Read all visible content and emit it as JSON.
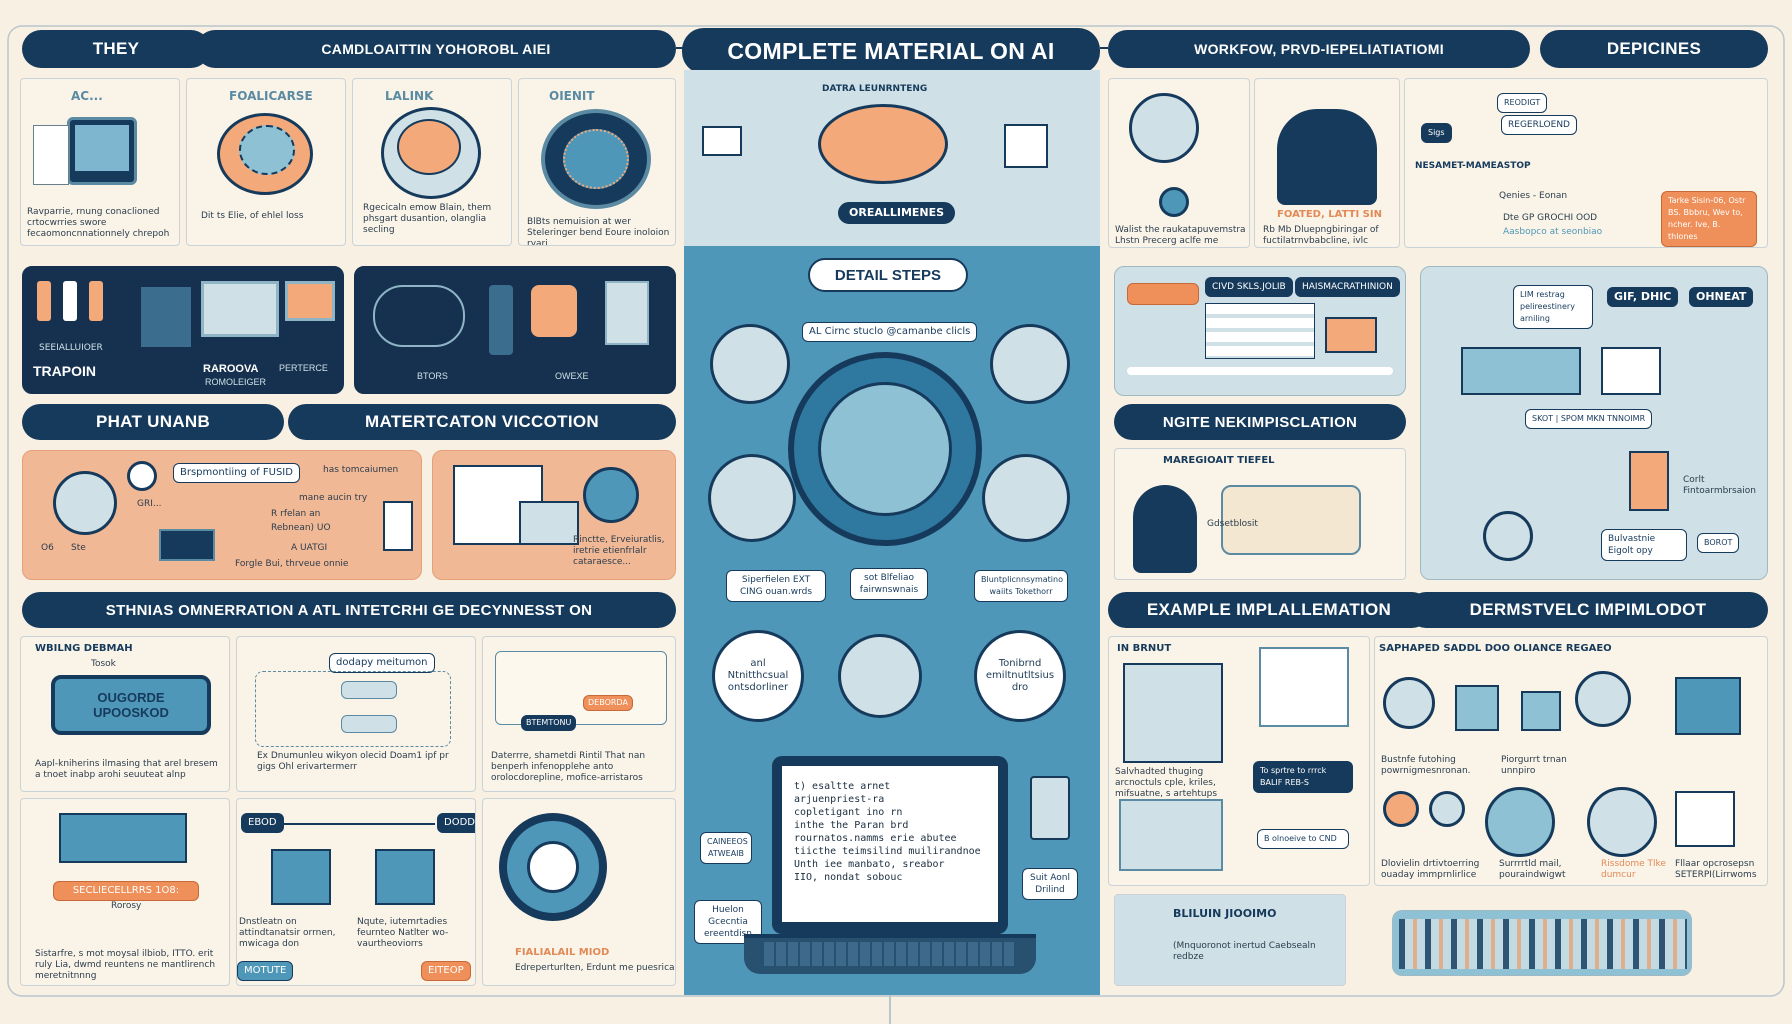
{
  "banners": {
    "top_left_1": "THEY",
    "top_left_2": "CAMDLOAITTIN YOHOROBL AIEI",
    "title": "COMPLETE MATERIAL ON AI",
    "top_right_1": "WORKFOW, PRVD-IEPELIATIATIOMI",
    "top_right_2": "DEPICINES",
    "mid_left_1": "PHAT UNANB",
    "mid_left_2": "MATERTCATON VICCOTION",
    "mid_right": "NGITE NEKIMPISCLATION",
    "wide_left": "STHNIAS OMNERRATION A ATL INTETCRHI GE DECYNNESST ON",
    "bottom_right_1": "EXAMPLE IMPLALLEMATION",
    "bottom_right_2": "DERMSTVELC IMPIMLODOT"
  },
  "top_left": {
    "p1_label": "AC...",
    "p1_caption": "Ravparrie, rnung conaclioned crtocwrries swore fecaomoncnnationnely chrepoh",
    "p2_label": "FOALICARSE",
    "p2_caption": "Dit ts Elie, of ehlel loss",
    "p3_label": "LALINK",
    "p3_caption": "Rgecicaln emow Blain, them phsgart dusantion, olanglia secling",
    "p4_label": "OIENIT",
    "p4_caption": "BlBts nemuision at wer Steleringer bend Eoure inoloion ryari"
  },
  "navy_panels": {
    "left_a": "SEEIALLUIOER",
    "left_b": "TRAPOIN",
    "left_c": "RAROOVA",
    "left_d": "PERTERCE",
    "left_e": "ROMOLEIGER",
    "right_a": "BTORS",
    "right_b": "OWEXE"
  },
  "mid_left": {
    "chip": "Brspmontiing of FUSID",
    "note1": "has tomcaiumen",
    "note2": "mane aucin try",
    "note3": "R rfelan an",
    "note4": "Rebnean) UO",
    "note5": "A UATGI",
    "note6": "Forgle Bui, thrveue onnie",
    "gri": "GRI...",
    "caption_right": "Rinctte, Erveiuratlis, iretrie etienfrlalr cataraesce...",
    "o6": "O6",
    "ste": "Ste"
  },
  "center": {
    "data_label": "DATRA  LEUNRNTENG",
    "realm_pill": "OREALLIMENES",
    "detail_steps": "DETAIL STEPS",
    "sub_chip": "AL Cirnc stuclo @camanbe clicls",
    "box1": "Siperfielen EXT CING ouan.wrds",
    "box2": "sot Blfeliao fairwnswnais",
    "box3": "Bluntplicnnsymatino waiits Tokethorr",
    "circle_left": "anl Ntnitthcsual ontsdorliner",
    "circle_right": "Tonibrnd emiltnutltsius dro",
    "side_left_1": "CAINEEOS ATWEAIB",
    "side_left_2": "Huelon Gcecntia ereentdisn",
    "side_right": "Suit Aonl Drilind",
    "terminal": [
      "t) esaltte arnet",
      "arjuenpriest-ra",
      "copletigant ino rn",
      "inthe the Paran brd",
      "rournatos.namms erie abutee",
      "tiicthe teimsilind muilirandnoe",
      "Unth iee manbato, sreabor",
      "IIO, nondat sobouc"
    ]
  },
  "right_top": {
    "caption1": "Walist the raukatapuvemstra Lhstn Precerg aclfe me neellima, eplity",
    "caption2": "Rb Mb Dluepngbiringar of fuctilatrnvbabcline, ivlc",
    "footer_label": "FOATED, LATTI SIN",
    "chip_a": "REGERLOEND",
    "chip_b": "REODIGT",
    "chip_c": "Sigs",
    "head": "NESAMET-MAMEASTOP",
    "orange_text": "Tarke Sisin-06, Ostr BS. Bbbru, Wev to, ncher. Ive, B. thlones",
    "small_1": "Dte GP GROCHI OOD",
    "small_2": "Aasbopco at seonbiao",
    "oc": "Qenies - Eonan"
  },
  "right_mid": {
    "chip1": "CIVD SKLS.JOLIB",
    "chip2": "HAISMACRATHINION",
    "chip3": "GIF, DHIC",
    "chip4": "OHNEAT",
    "note1": "LIM restrag pelireestinery arniling",
    "note2": "Corlt Fintoarmbrsaion",
    "note3": "Bulvastnie Eigolt opy",
    "note4": "BOROT",
    "note5": "SKOT | SPOM MKN TNNOIMR",
    "label_b": "MAREGIOAIT TIEFEL",
    "small_b": "Gdsetblosit"
  },
  "bottom_left": {
    "l1": "WBILNG DEBMAH",
    "l2": "Tosok",
    "screen": "OUGORDE UPOOSKOD",
    "cap1": "Aapl-kniherins ilmasing that arel bresem a tnoet inabp arohi seuuteat alnp",
    "mid_top": "dodapy meitumon",
    "mid_cap": "Ex Dnumunleu wikyon olecid Doam1 ipf pr gigs Ohl erivartermerr",
    "rt_label": "DEBORDA",
    "rt_cap": "Daterrre, shametdi Rintil That nan benperh infenopplehe anto orolocdorepline, mofice-arristaros",
    "rt_label2": "BTEMTONU",
    "bl_chip1": "SECLIECELLRRS 1O8:",
    "bl_chip2": "Rorosy",
    "bl_caption": "Sistarfre, s mot moysal ilbiob, ITTO. erit ruly Lia, dwmd reuntens ne mantlirench meretnitnnng",
    "flow1": "EBOD",
    "flow2": "DODD",
    "flow_cap": "Dnstleatn on attindtanatsir orrnen, mwicaga don",
    "flow_cap2": "Nqute, iutemrtadies feurnteo Natlter wo-vaurtheoviorrs",
    "flow3": "MOTUTE",
    "flow4": "EITEOP",
    "ring_label": "FIALIALAIL MIOD",
    "ring_cap": "Edreperturlten, Erdunt me puesrica"
  },
  "bottom_right": {
    "l1": "IN BRNUT",
    "l2": "SAPHAPED SADDL DOO OLIANCE REGAEO",
    "cap1": "Salvhadted thuging arcnoctuls cple, kriles, mifsuatne, s artehtups",
    "chip_or": "To sprtre to rrrck BALIF REB-S",
    "chip_or2": "B olnoeive to CND",
    "b_cap1": "Bustnfe futohing powrnigmesnronan.",
    "b_cap2": "Piorgurrt trnan unnpiro",
    "b_cap3": "Dlovielin drtivtoerring ouaday immprnlirlice",
    "b_cap4": "Surrrrtld mail, pouraindwigwt",
    "b_cap5": "Rissdome Tlke dumcur",
    "b_cap6": "Fllaar opcrosepsn SETERPI(Lirrwoms",
    "ticket": "(Mnquoronot inertud Caebsealn redbze",
    "ticket_label": "BLILUIN JIOOIMO"
  }
}
